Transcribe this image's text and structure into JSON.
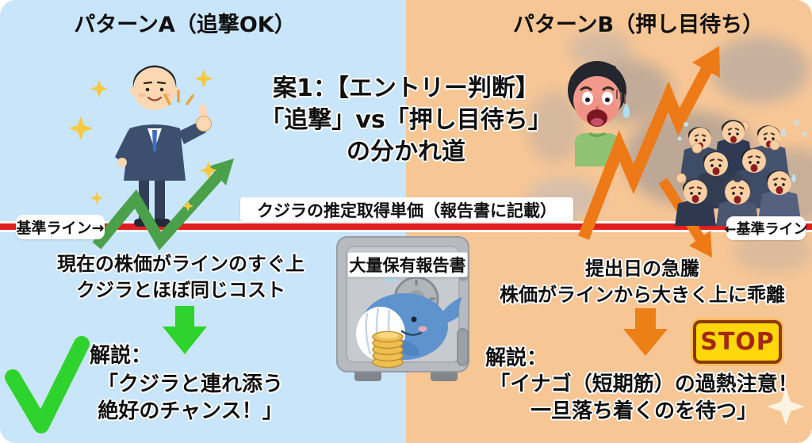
{
  "header": {
    "pattern_a_title": "パターンA（追撃OK）",
    "pattern_b_title": "パターンB（押し目待ち）"
  },
  "center": {
    "title_line1": "案1：【エントリー判断】",
    "title_line2": "「追撃」vs「押し目待ち」",
    "title_line3": "の分かれ道",
    "baseline_caption": "クジラの推定取得単価（報告書に記載）",
    "baseline_label_left": "基準ライン→",
    "baseline_label_right": "←基準ライン",
    "safe_label": "大量保有報告書"
  },
  "pattern_a": {
    "observation_line1": "現在の株価がラインのすぐ上",
    "observation_line2": "クジラとほぼ同じコスト",
    "comment_heading": "解説：",
    "comment_line1": "「クジラと連れ添う",
    "comment_line2": "絶好のチャンス！」"
  },
  "pattern_b": {
    "observation_line1": "提出日の急騰",
    "observation_line2": "株価がラインから大きく上に乖離",
    "comment_heading": "解説：",
    "comment_line1": "「イナゴ（短期筋）の過熱注意！",
    "comment_line2": "一旦落ち着くのを待つ」",
    "stop_label": "STOP"
  },
  "icons": {
    "baseline": "red-horizontal-baseline",
    "left_trend": "green-zigzag-up-arrow-icon",
    "left_step": "green-block-down-arrow-icon",
    "left_verdict": "green-checkmark-icon",
    "right_trend": "orange-zigzag-up-arrow-icon",
    "right_breakout": "orange-diagonal-down-arrow-icon",
    "right_step": "orange-block-down-arrow-icon",
    "right_verdict": "stop-badge",
    "decorations": [
      "yellow-sparkle-icon",
      "white-sparkle-icon",
      "smoke-cloud"
    ]
  },
  "illustrations": {
    "pattern_a_character": "confident-businessman-thumbs-up",
    "pattern_b_character": "panicked-man-sweating",
    "pattern_b_crowd": "panicking-investor-crowd",
    "center_illustration": "safe-with-whale-and-coins"
  },
  "colors": {
    "panel_a_bg": "#c9e5fa",
    "panel_b_bg": "#f7c695",
    "baseline_red": "#e01f1f",
    "green_bright": "#2ed32e",
    "green_arrow": "#4ba14b",
    "orange_arrow": "#ed7a17",
    "stop_bg": "#ffd70a",
    "stop_text": "#a32814"
  }
}
